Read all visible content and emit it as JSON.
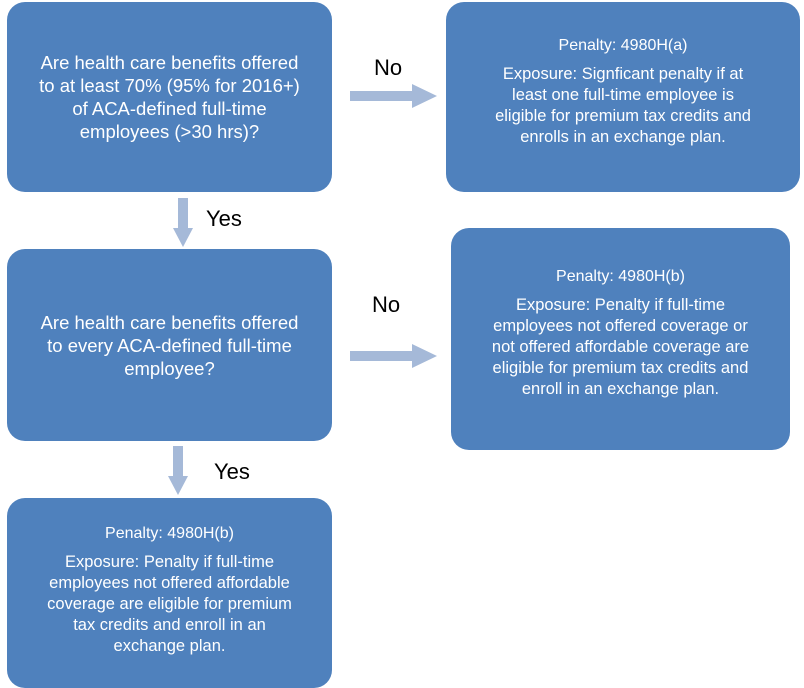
{
  "colors": {
    "box_fill": "#4f81bd",
    "arrow_fill": "#a5b9d8",
    "box_text": "#ffffff",
    "label_text": "#000000"
  },
  "nodes": {
    "q1": {
      "text": "Are health care benefits offered\nto at least 70% (95% for 2016+)\nof ACA-defined full-time\nemployees (>30 hrs)?"
    },
    "p1": {
      "title": "Penalty: 4980H(a)",
      "body": "Exposure:  Signficant penalty if at\nleast one full-time employee is\neligible for premium tax credits and\nenrolls in an exchange plan."
    },
    "q2": {
      "text": "Are health care benefits offered\nto every ACA-defined full-time\nemployee?"
    },
    "p2": {
      "title": "Penalty:  4980H(b)",
      "body": "Exposure:  Penalty if full-time\nemployees not offered coverage or\nnot offered affordable coverage are\neligible for premium tax credits and\nenroll in an exchange plan."
    },
    "p3": {
      "title": "Penalty:   4980H(b)",
      "body": "Exposure:  Penalty if full-time\nemployees not offered affordable\ncoverage are eligible for premium\ntax credits and enroll in an\nexchange plan."
    }
  },
  "edges": {
    "no1": "No",
    "no2": "No",
    "yes1": "Yes",
    "yes2": "Yes"
  }
}
